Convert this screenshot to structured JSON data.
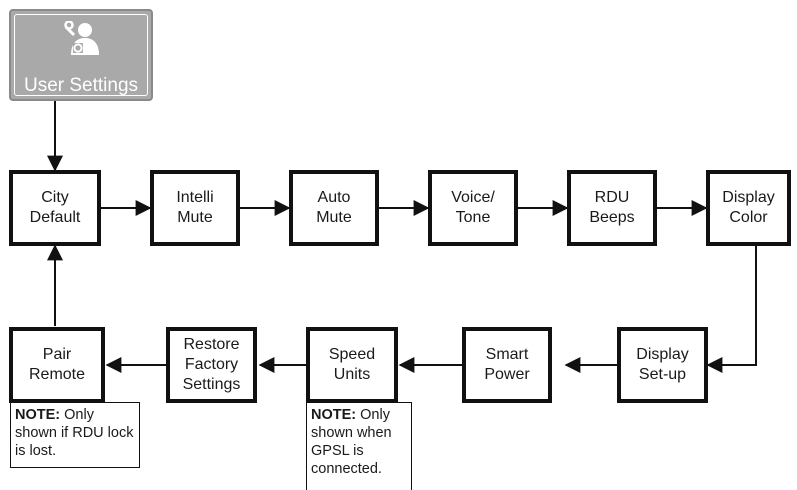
{
  "header": {
    "label": "User Settings",
    "icon": "user-gear-icon"
  },
  "menu_items": [
    {
      "id": "city-default",
      "label": "City\nDefault"
    },
    {
      "id": "intelli-mute",
      "label": "Intelli\nMute"
    },
    {
      "id": "auto-mute",
      "label": "Auto\nMute"
    },
    {
      "id": "voice-tone",
      "label": "Voice/\nTone"
    },
    {
      "id": "rdu-beeps",
      "label": "RDU\nBeeps"
    },
    {
      "id": "display-color",
      "label": "Display\nColor"
    },
    {
      "id": "display-setup",
      "label": "Display\nSet-up"
    },
    {
      "id": "smart-power",
      "label": "Smart\nPower"
    },
    {
      "id": "speed-units",
      "label": "Speed\nUnits"
    },
    {
      "id": "restore-factory-settings",
      "label": "Restore\nFactory\nSettings"
    },
    {
      "id": "pair-remote",
      "label": "Pair\nRemote"
    }
  ],
  "notes": {
    "pair_remote": {
      "prefix": "NOTE:",
      "text": " Only shown if RDU lock is lost."
    },
    "speed_units": {
      "prefix": "NOTE:",
      "text": " Only shown when GPSL is connected."
    }
  }
}
